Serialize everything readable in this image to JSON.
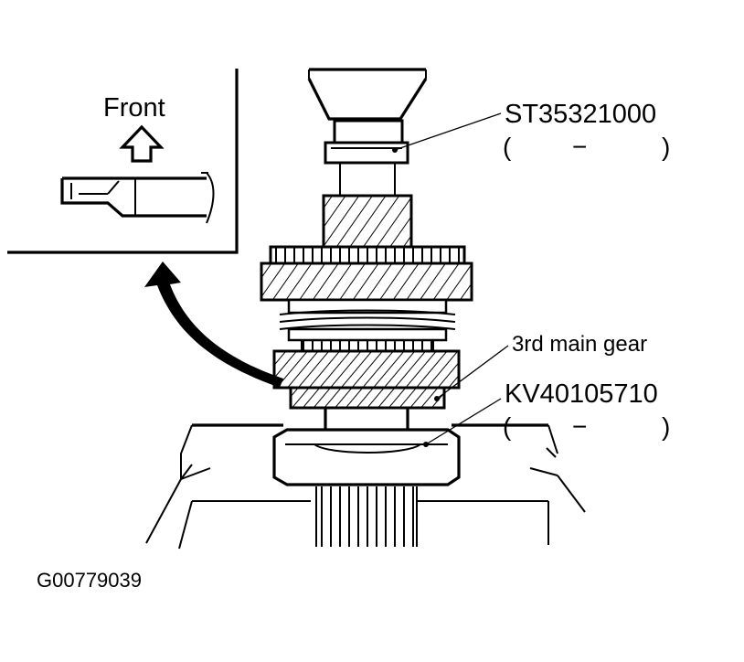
{
  "inset": {
    "direction_label": "Front"
  },
  "labels": {
    "tool_top_code": "ST35321000",
    "tool_top_paren_left": "(",
    "tool_top_dash": "−",
    "tool_top_paren_right": ")",
    "gear_name": "3rd main gear",
    "tool_bottom_code": "KV40105710",
    "tool_bottom_paren_left": "(",
    "tool_bottom_dash": "−",
    "tool_bottom_paren_right": ")"
  },
  "figure_id": "G00779039",
  "colors": {
    "ink": "#000000",
    "paper": "#ffffff"
  },
  "icons": [
    "up-arrow-icon",
    "curved-arrow-icon"
  ]
}
